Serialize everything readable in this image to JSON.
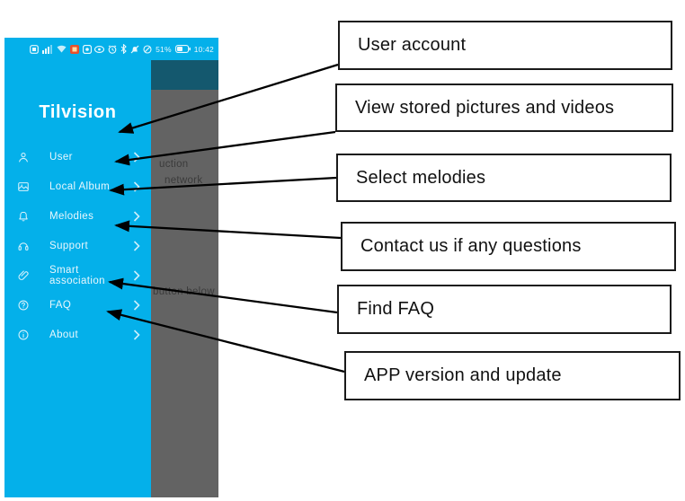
{
  "phone": {
    "colors": {
      "accent_cyan": "#04b0ea",
      "overlay_gray": "#636363",
      "header_teal": "#14586e"
    },
    "status_bar": {
      "battery_percent": "51%",
      "time": "10:42",
      "left_icons": [
        "app-icon",
        "signal-bars-icon",
        "wifi-icon",
        "notification-badge-icon",
        "camera-app-icon"
      ],
      "right_icons": [
        "eye-icon",
        "alarm-clock-icon",
        "bluetooth-icon",
        "mute-bell-icon",
        "data-saver-icon",
        "battery-icon"
      ]
    },
    "drawer": {
      "title": "Tilvision",
      "items": [
        {
          "label": "User",
          "icon": "user-icon"
        },
        {
          "label": "Local Album",
          "icon": "album-icon"
        },
        {
          "label": "Melodies",
          "icon": "bell-icon"
        },
        {
          "label": "Support",
          "icon": "headset-icon"
        },
        {
          "label": "Smart association",
          "icon": "paperclip-icon"
        },
        {
          "label": "FAQ",
          "icon": "question-circle-icon"
        },
        {
          "label": "About",
          "icon": "info-circle-icon"
        }
      ]
    },
    "background_page": {
      "texts": [
        "uction",
        "network",
        "button below"
      ]
    }
  },
  "callouts": [
    {
      "label": "User account"
    },
    {
      "label": "View stored pictures and videos"
    },
    {
      "label": "Select melodies"
    },
    {
      "label": "Contact us if any questions"
    },
    {
      "label": "Find FAQ"
    },
    {
      "label": "APP version and update"
    }
  ]
}
